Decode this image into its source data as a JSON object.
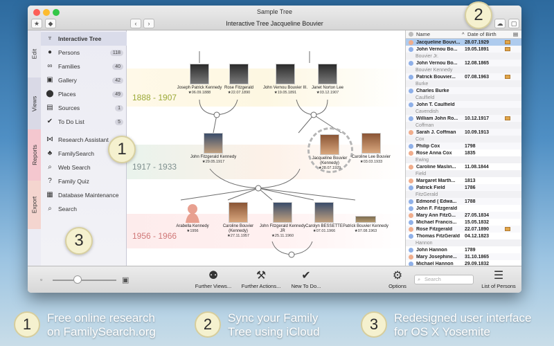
{
  "window": {
    "title": "Sample Tree",
    "subtitle": "Interactive Tree Jacqueline Bouvier"
  },
  "sidebar": {
    "tabs": [
      "Edit",
      "Views",
      "Reports",
      "Export"
    ],
    "items": [
      {
        "label": "Interactive Tree",
        "icon": "tree-icon",
        "badge": ""
      },
      {
        "label": "Persons",
        "icon": "person-icon",
        "badge": "118"
      },
      {
        "label": "Families",
        "icon": "rings-icon",
        "badge": "40"
      },
      {
        "label": "Gallery",
        "icon": "photo-icon",
        "badge": "42"
      },
      {
        "label": "Places",
        "icon": "pin-icon",
        "badge": "49"
      },
      {
        "label": "Sources",
        "icon": "book-icon",
        "badge": "1"
      },
      {
        "label": "To Do List",
        "icon": "checkmark-icon",
        "badge": "5"
      },
      {
        "label": "Research Assistant",
        "icon": "bowtie-icon",
        "badge": ""
      },
      {
        "label": "FamilySearch",
        "icon": "familysearch-icon",
        "badge": ""
      },
      {
        "label": "Web Search",
        "icon": "web-search-icon",
        "badge": ""
      },
      {
        "label": "Family Quiz",
        "icon": "question-icon",
        "badge": ""
      },
      {
        "label": "Database Maintenance",
        "icon": "database-icon",
        "badge": ""
      },
      {
        "label": "Search",
        "icon": "search-icon",
        "badge": ""
      }
    ]
  },
  "tree": {
    "eras": [
      "1888 - 1907",
      "1917 - 1933",
      "1956 - 1966"
    ],
    "gen1": [
      {
        "name": "Joseph Patrick Kennedy",
        "date": "★06.09.1888"
      },
      {
        "name": "Rose Fitzgerald",
        "date": "★22.07.1890"
      },
      {
        "name": "John Vernou Bouvier III.",
        "date": "★19.05.1891"
      },
      {
        "name": "Janet Norton Lee",
        "date": "★03.12.1907"
      }
    ],
    "gen2": [
      {
        "name": "John Fitzgerald Kennedy",
        "date": "★29.05.1917"
      },
      {
        "name": "Jacqueline Bouvier (Kennedy)",
        "date": "★28.07.1929"
      },
      {
        "name": "Caroline Lee Bouvier",
        "date": "★03.03.1933"
      }
    ],
    "gen3": [
      {
        "name": "Arabella Kennedy",
        "date": "★1956"
      },
      {
        "name": "Caroline Bouvier (Kennedy)",
        "date": "★27.11.1957"
      },
      {
        "name": "John Fitzgerald Kennedy JR",
        "date": "★25.11.1960"
      },
      {
        "name": "Carolyn BESSETTE",
        "date": "★07.01.1966"
      },
      {
        "name": "Patrick Bouvier Kennedy",
        "date": "★07.08.1963"
      }
    ]
  },
  "list": {
    "col_name": "Name",
    "col_date": "Date of Birth",
    "rows": [
      {
        "type": "person",
        "name": "Jacqueline Bouvi...",
        "date": "28.07.1929",
        "img": true,
        "sex": "f",
        "sel": true
      },
      {
        "type": "person",
        "name": "John Vernou Bo...",
        "date": "19.05.1891",
        "img": true,
        "sex": "m"
      },
      {
        "type": "group",
        "name": "Bouvier Jr."
      },
      {
        "type": "person",
        "name": "John Vernou Bo...",
        "date": "12.08.1865",
        "img": false,
        "sex": "m"
      },
      {
        "type": "group",
        "name": "Bouvier Kennedy"
      },
      {
        "type": "person",
        "name": "Patrick Bouvier...",
        "date": "07.08.1963",
        "img": true,
        "sex": "m"
      },
      {
        "type": "group",
        "name": "Burke"
      },
      {
        "type": "person",
        "name": "Charles Burke",
        "date": "",
        "img": false,
        "sex": "m"
      },
      {
        "type": "group",
        "name": "Caulfield"
      },
      {
        "type": "person",
        "name": "John T. Caulfield",
        "date": "",
        "img": false,
        "sex": "m"
      },
      {
        "type": "group",
        "name": "Cavendish"
      },
      {
        "type": "person",
        "name": "William John Ro...",
        "date": "10.12.1917",
        "img": true,
        "sex": "m"
      },
      {
        "type": "group",
        "name": "Coffman"
      },
      {
        "type": "person",
        "name": "Sarah J. Coffman",
        "date": "10.09.1913",
        "img": false,
        "sex": "f"
      },
      {
        "type": "group",
        "name": "Cox"
      },
      {
        "type": "person",
        "name": "Philip Cox",
        "date": "1798",
        "img": false,
        "sex": "m"
      },
      {
        "type": "person",
        "name": "Rose Anna Cox",
        "date": "1835",
        "img": false,
        "sex": "f"
      },
      {
        "type": "group",
        "name": "Ewing"
      },
      {
        "type": "person",
        "name": "Caroline Maslin...",
        "date": "11.08.1844",
        "img": false,
        "sex": "f"
      },
      {
        "type": "group",
        "name": "Field"
      },
      {
        "type": "person",
        "name": "Margaret Marth...",
        "date": "1813",
        "img": false,
        "sex": "f"
      },
      {
        "type": "person",
        "name": "Patrick Field",
        "date": "1786",
        "img": false,
        "sex": "m"
      },
      {
        "type": "group",
        "name": "FitzGerald"
      },
      {
        "type": "person",
        "name": "Edmond ( Edwa...",
        "date": "1788",
        "img": false,
        "sex": "m"
      },
      {
        "type": "person",
        "name": "John F. Fitzgerald",
        "date": "",
        "img": false,
        "sex": "m"
      },
      {
        "type": "person",
        "name": "Mary Ann FitzG...",
        "date": "27.05.1834",
        "img": false,
        "sex": "f"
      },
      {
        "type": "person",
        "name": "Michael Francis...",
        "date": "15.05.1832",
        "img": false,
        "sex": "m"
      },
      {
        "type": "person",
        "name": "Rose Fitzgerald",
        "date": "22.07.1890",
        "img": true,
        "sex": "f"
      },
      {
        "type": "person",
        "name": "Thomas FitzGerald",
        "date": "04.12.1823",
        "img": false,
        "sex": "m"
      },
      {
        "type": "group",
        "name": "Hannon"
      },
      {
        "type": "person",
        "name": "John Hannon",
        "date": "1789",
        "img": false,
        "sex": "m"
      },
      {
        "type": "person",
        "name": "Mary Josephine...",
        "date": "31.10.1865",
        "img": false,
        "sex": "f"
      },
      {
        "type": "person",
        "name": "Michael Hannon",
        "date": "29.09.1832",
        "img": false,
        "sex": "m"
      }
    ]
  },
  "toolbar": {
    "further_views": "Further Views...",
    "further_actions": "Further Actions...",
    "new_todo": "New To Do...",
    "options": "Options",
    "search_placeholder": "Search",
    "list_of_persons": "List of Persons"
  },
  "callouts": [
    "1",
    "2",
    "3"
  ],
  "captions": [
    {
      "num": "1",
      "line1": "Free online research",
      "line2": "on FamilySearch.org"
    },
    {
      "num": "2",
      "line1": "Sync your Family",
      "line2": "Tree using iCloud"
    },
    {
      "num": "3",
      "line1": "Redesigned user interface",
      "line2": "for OS X Yosemite"
    }
  ],
  "colors": {
    "male": "#8fb0e8",
    "female": "#f0ad8c",
    "selection": "#aecbee"
  }
}
